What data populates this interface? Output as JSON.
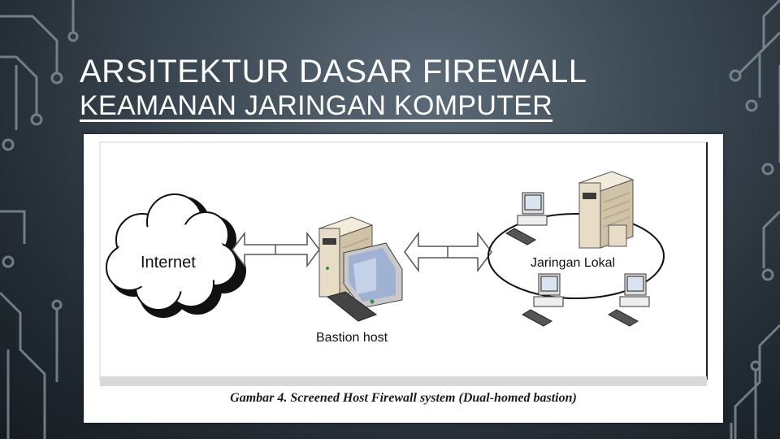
{
  "slide": {
    "title": "ARSITEKTUR DASAR FIREWALL",
    "subtitle": "KEAMANAN JARINGAN KOMPUTER"
  },
  "figure": {
    "internet_label": "Internet",
    "bastion_label": "Bastion host",
    "lan_label": "Jaringan Lokal",
    "caption": "Gambar 4. Screened Host Firewall system (Dual-homed bastion)"
  },
  "colors": {
    "background": "#2c3741",
    "circuit_lines": "#8a99a5",
    "server_beige": "#e7ddc6",
    "monitor_blue": "#9fb2d4"
  }
}
